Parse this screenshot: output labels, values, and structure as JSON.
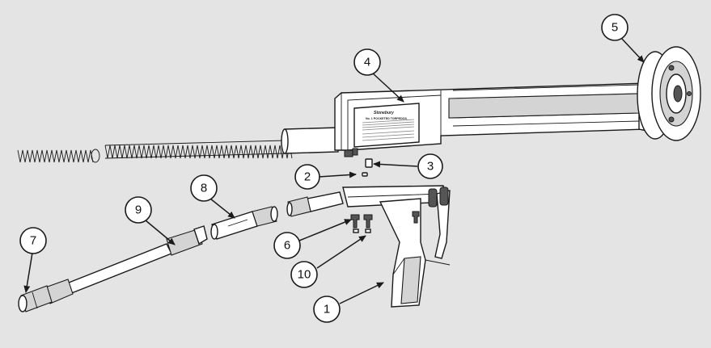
{
  "diagram": {
    "plate": {
      "brand": "Stonebury",
      "model": "No. 1 POCKETED TORPEDOS"
    },
    "callouts": [
      {
        "id": "c1",
        "label": "1"
      },
      {
        "id": "c2",
        "label": "2"
      },
      {
        "id": "c3",
        "label": "3"
      },
      {
        "id": "c4",
        "label": "4"
      },
      {
        "id": "c5",
        "label": "5"
      },
      {
        "id": "c6",
        "label": "6"
      },
      {
        "id": "c7",
        "label": "7"
      },
      {
        "id": "c8",
        "label": "8"
      },
      {
        "id": "c9",
        "label": "9"
      },
      {
        "id": "c10",
        "label": "10"
      }
    ]
  }
}
